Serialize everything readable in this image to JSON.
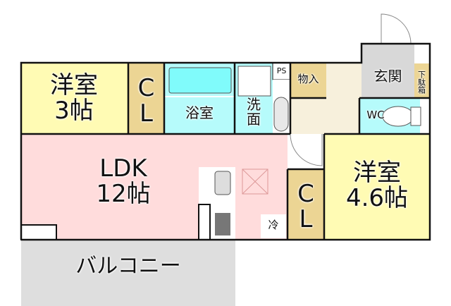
{
  "floorplan": {
    "rooms": {
      "western_room_small": {
        "name": "洋室",
        "size": "3帖",
        "color": "#fffbb4"
      },
      "closet_left": {
        "label_c": "C",
        "label_l": "L",
        "color": "#ecd594"
      },
      "bathroom": {
        "name": "浴室",
        "color": "#b6fbfb"
      },
      "washroom": {
        "name_line1": "洗",
        "name_line2": "面",
        "color": "#b6fbfb"
      },
      "pipe_space": {
        "name": "PS"
      },
      "storage": {
        "name": "物入",
        "color": "#ecd594"
      },
      "hallway": {
        "color": "#f7f0dc"
      },
      "entrance": {
        "name": "玄関",
        "color": "#d8d8d8"
      },
      "shoe_box": {
        "name": "下駄箱",
        "color": "#ecd594"
      },
      "toilet": {
        "name": "WC",
        "color": "#b6fbfb"
      },
      "ldk": {
        "name": "LDK",
        "size": "12帖",
        "color": "#ffdcdc"
      },
      "closet_right": {
        "label_c": "C",
        "label_l": "L",
        "color": "#ecd594"
      },
      "western_room_large": {
        "name": "洋室",
        "size": "4.6帖",
        "color": "#fffbb4"
      },
      "fridge": {
        "name": "冷"
      },
      "balcony": {
        "name": "バルコニー",
        "color": "#dedede"
      }
    },
    "wall_color": "#111111"
  }
}
